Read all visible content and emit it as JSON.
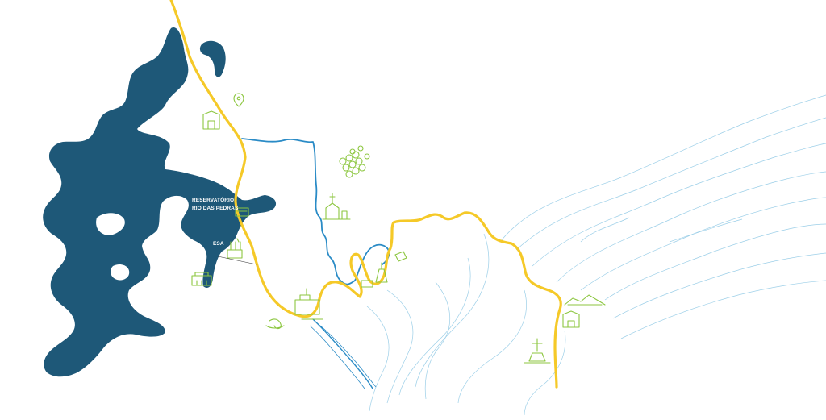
{
  "map": {
    "labels": {
      "reservoir_line1": "RESERVATÓRIO",
      "reservoir_line2": "RIO DAS PEDRAS",
      "dam_label": "ESA"
    },
    "colors": {
      "water": "#1e5878",
      "road": "#f5c928",
      "river": "#2a8bc6",
      "contour": "#9ccfe8",
      "landmark": "#8cc63f",
      "background": "#ffffff"
    },
    "icons": [
      "location-pin-icon",
      "house-icon",
      "forest-icon",
      "church-icon",
      "dam-icon",
      "building-icon",
      "factory-icon",
      "waves-icon",
      "tower-icon",
      "sign-icon",
      "cross-icon",
      "mountain-icon"
    ]
  }
}
